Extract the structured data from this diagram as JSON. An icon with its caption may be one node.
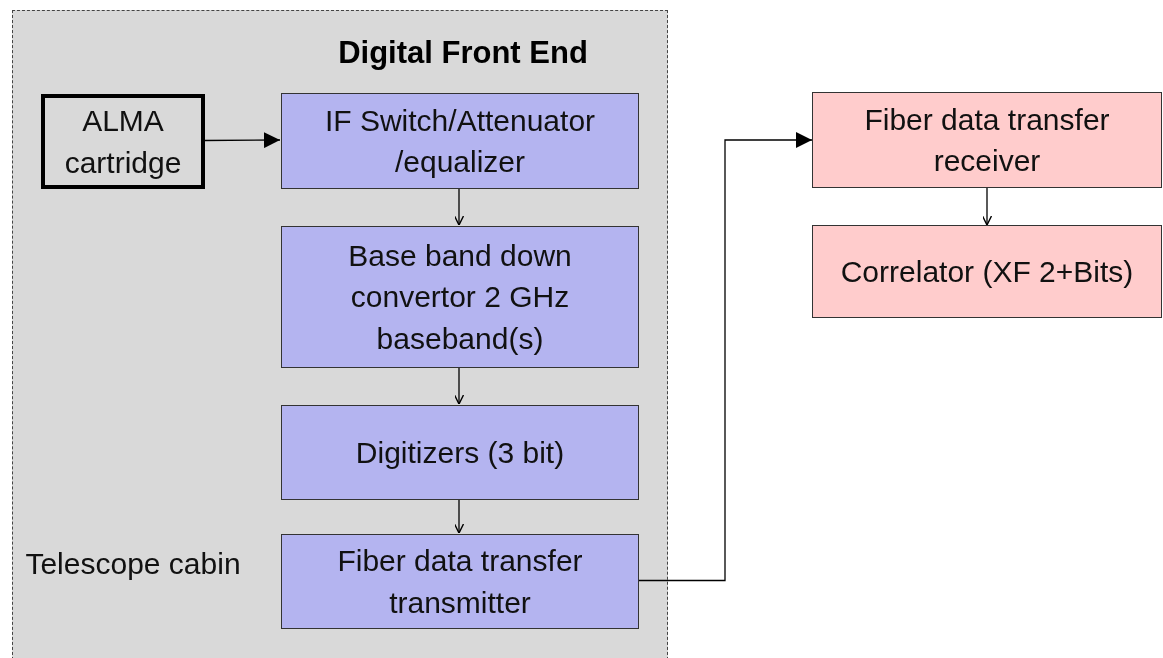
{
  "diagram": {
    "nodes": [
      {
        "text": [
          "Digital Front End",
          "Telescope cabin"
        ]
      },
      {
        "text": [
          "ALMA cartridge"
        ],
        "in": 0
      },
      {
        "text": [
          "IF Switch/Attenuator /equalizer"
        ],
        "in": 0
      },
      {
        "text": [
          "Base band down convertor 2 GHz baseband(s)"
        ],
        "in": 0
      },
      {
        "text": [
          "Digitizers (3 bit)"
        ],
        "in": 0
      },
      {
        "text": [
          "Fiber data transfer transmitter"
        ],
        "in": 0
      },
      {
        "text": [
          "Fiber data transfer receiver"
        ]
      },
      {
        "text": [
          "Correlator (XF 2+Bits)"
        ]
      }
    ],
    "edges": [
      {
        "from": 1,
        "to": 2,
        "arrow": "to"
      },
      {
        "from": 2,
        "to": 3,
        "arrow": "to"
      },
      {
        "from": 3,
        "to": 4,
        "arrow": "to"
      },
      {
        "from": 4,
        "to": 5,
        "arrow": "to"
      },
      {
        "from": 5,
        "to": 6,
        "arrow": "to"
      },
      {
        "from": 6,
        "to": 7,
        "arrow": "to"
      }
    ]
  }
}
